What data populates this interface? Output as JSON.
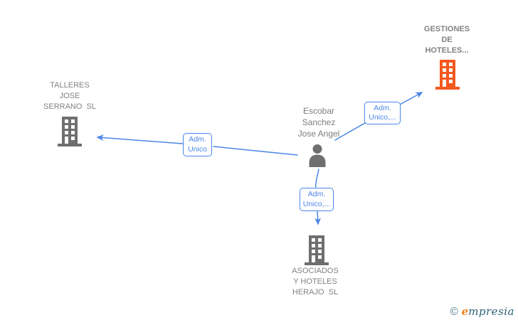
{
  "colors": {
    "edge_blue": "#4a86e8",
    "icon_gray": "#6f6f6f",
    "icon_orange": "#f4581f",
    "label_gray": "#828282",
    "brand_orange": "#f0821e",
    "brand_teal": "#2d6075",
    "copyright_gray": "#5b7e93"
  },
  "nodes": {
    "gestiones": {
      "type": "company",
      "lines": [
        "GESTIONES",
        "DE",
        "HOTELES..."
      ]
    },
    "talleres": {
      "type": "company",
      "lines": [
        "TALLERES",
        "JOSE",
        "SERRANO  SL"
      ]
    },
    "escobar": {
      "type": "person",
      "lines": [
        "Escobar",
        "Sanchez",
        "Jose Angel"
      ]
    },
    "asociados": {
      "type": "company",
      "lines": [
        "ASOCIADOS",
        "Y HOTELES",
        "HERAJO  SL"
      ]
    }
  },
  "edges": {
    "to_talleres": {
      "lines": [
        "Adm.",
        "Unico"
      ]
    },
    "to_gestiones": {
      "lines": [
        "Adm.",
        "Unico,..."
      ]
    },
    "to_asociados": {
      "lines": [
        "Adm.",
        "Unico,..."
      ]
    }
  },
  "footer": {
    "copyright_symbol": "©",
    "brand_initial": "e",
    "brand_rest": "mpresia"
  }
}
